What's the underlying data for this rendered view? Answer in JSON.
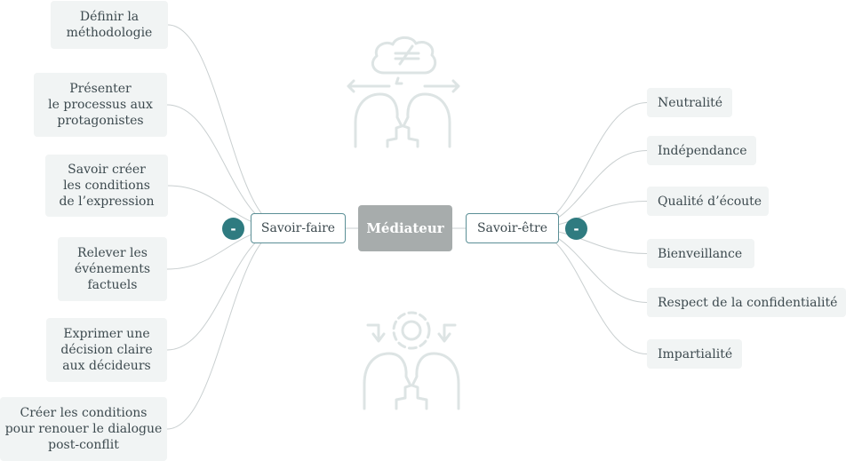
{
  "central": {
    "label": "Médiateur"
  },
  "left_branch": {
    "label": "Savoir-faire",
    "collapse_symbol": "-",
    "children": [
      "Définir la\nméthodologie",
      "Présenter\nle processus aux\nprotagonistes",
      "Savoir créer\nles conditions\nde l’expression",
      "Relever les\névénements\nfactuels",
      "Exprimer une\ndécision claire\naux décideurs",
      "Créer les conditions\npour renouer le dialogue\npost-conflit"
    ]
  },
  "right_branch": {
    "label": "Savoir-être",
    "collapse_symbol": "-",
    "children": [
      "Neutralité",
      "Indépendance",
      "Qualité d’écoute",
      "Bienveillance",
      "Respect de la confidentialité",
      "Impartialité"
    ]
  },
  "icons": {
    "top": "thinking-heads-not-equal-icon",
    "bottom": "heads-gear-icon"
  },
  "colors": {
    "connector": "#c9cfd0",
    "central_fill": "#a7acac",
    "branch_border": "#5b8f96",
    "collapse_fill": "#2f7b80",
    "leaf_fill": "#f1f4f4",
    "watermark": "#dde4e4"
  }
}
